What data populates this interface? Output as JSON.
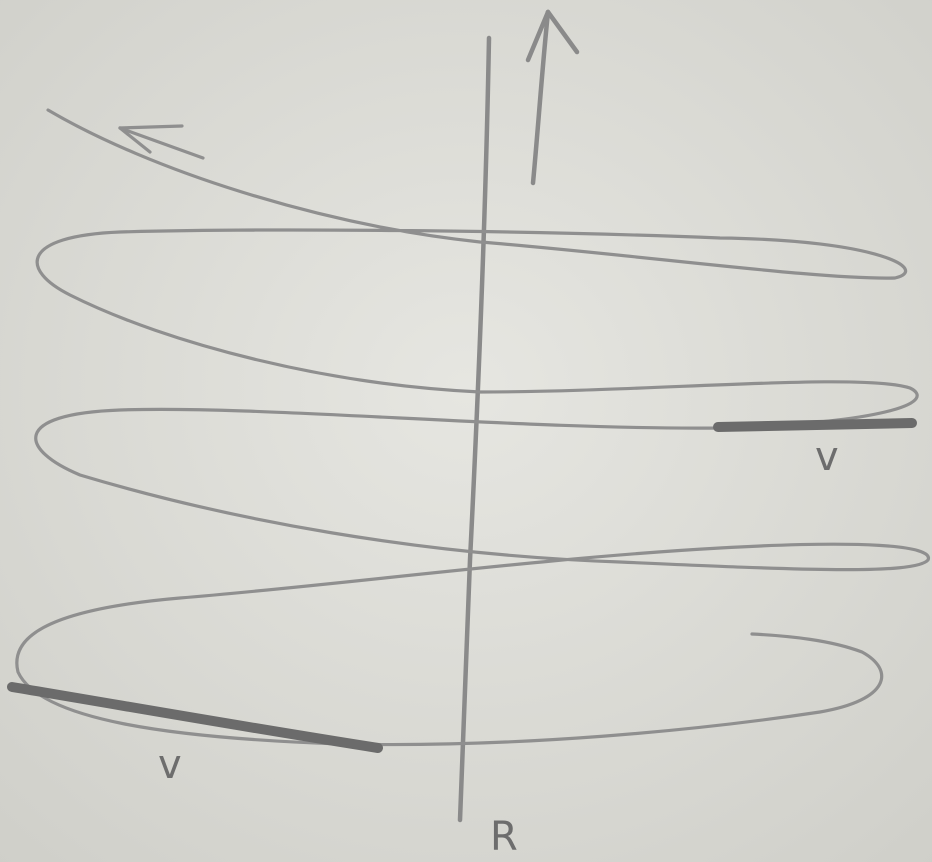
{
  "labels": {
    "axis": "R",
    "segment_upper": "v",
    "segment_lower": "v"
  },
  "colors": {
    "paper": "#dcdcd6",
    "pencil": "#8f8f8f",
    "pencil_dark": "#6b6b6b"
  }
}
